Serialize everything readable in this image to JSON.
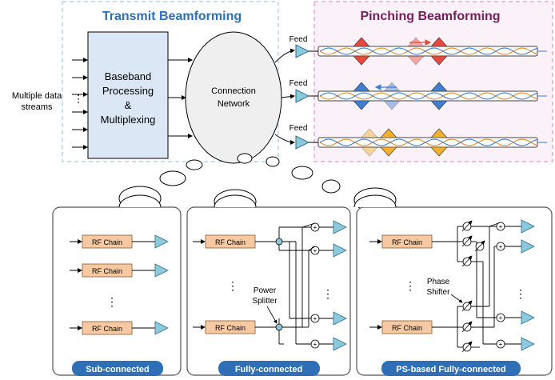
{
  "colors": {
    "tx_title": "#2e6fb7",
    "pb_title": "#7a1d5c",
    "baseband_fill": "#dbe7f5",
    "network_fill": "#efefef",
    "rf_fill": "#f6c9a3",
    "amp_fill": "#8cc9dc",
    "label_fill": "#2e6fb7",
    "red_triangle": "#e8483e",
    "blue_triangle": "#3f7fd1",
    "gold_triangle": "#f3b02c"
  },
  "top": {
    "transmit_title": "Transmit Beamforming",
    "pinching_title": "Pinching Beamforming",
    "streams_label_line1": "Multiple data",
    "streams_label_line2": "streams",
    "baseband_line1": "Baseband",
    "baseband_line2": "Processing",
    "baseband_line3": "&",
    "baseband_line4": "Multiplexing",
    "network_line1": "Connection",
    "network_line2": "Network",
    "feed_label": "Feed"
  },
  "panels": [
    {
      "label": "Sub-connected"
    },
    {
      "label": "Fully-connected"
    },
    {
      "label": "PS-based Fully-connected"
    }
  ],
  "rf_chain_label": "RF Chain",
  "power_splitter_line1": "Power",
  "power_splitter_line2": "Splitter",
  "phase_shifter_line1": "Phase",
  "phase_shifter_line2": "Shifter"
}
